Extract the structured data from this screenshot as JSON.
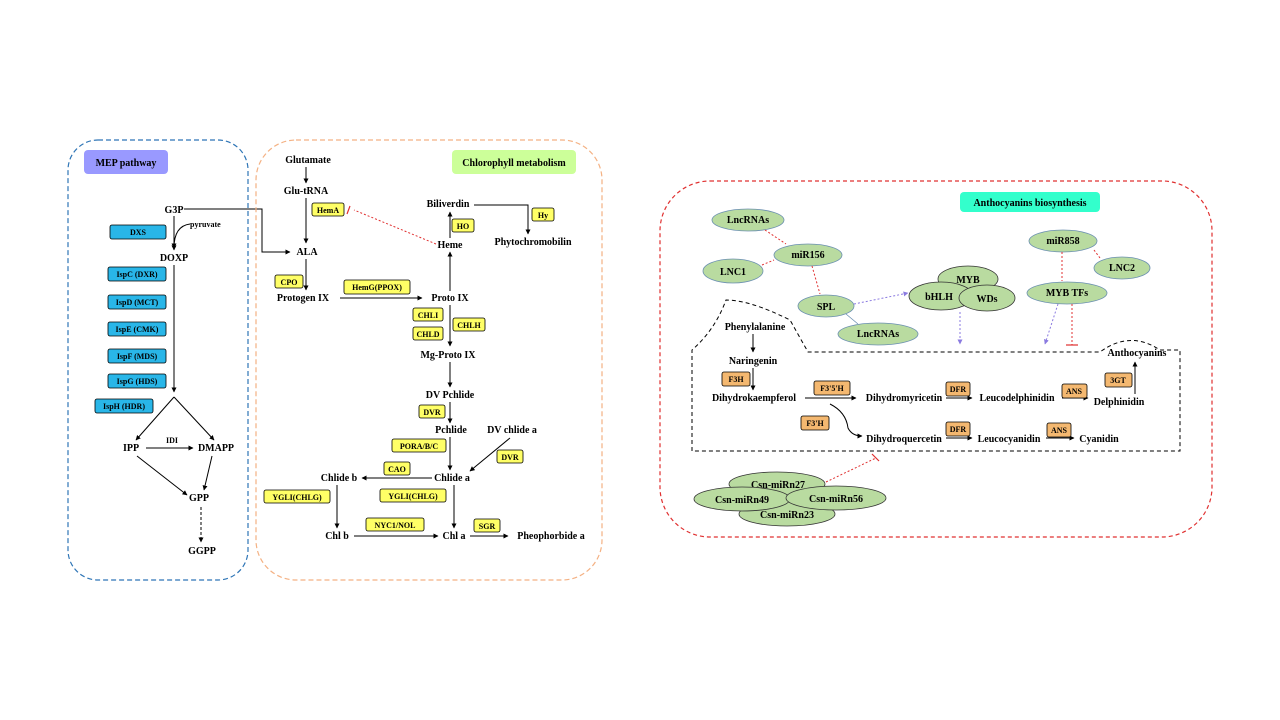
{
  "colors": {
    "mep_border": "#2e75b6",
    "chl_border": "#f4b183",
    "anth_border": "#e03030",
    "mep_enzyme": "#29b6e8",
    "chl_enzyme": "#ffff66",
    "anth_enzyme": "#f4b870",
    "ellipse": "#b9dba0",
    "mep_title_bg": "#9999ff",
    "chl_title_bg": "#ccff99",
    "anth_title_bg": "#33ffcc"
  },
  "mep": {
    "title": "MEP pathway",
    "g3p": "G3P",
    "pyruvate": "pyruvate",
    "doxp": "DOXP",
    "ipp": "IPP",
    "idi": "IDI",
    "dmapp": "DMAPP",
    "gpp": "GPP",
    "ggpp": "GGPP",
    "enzymes": [
      "DXS",
      "IspC (DXR)",
      "IspD (MCT)",
      "IspE (CMK)",
      "IspF (MDS)",
      "IspG (HDS)",
      "IspH (HDR)"
    ]
  },
  "chl": {
    "title": "Chlorophyll metabolism",
    "glutamate": "Glutamate",
    "glu_trna": "Glu-tRNA",
    "ala": "ALA",
    "protogen": "Protogen IX",
    "proto": "Proto IX",
    "mg_proto": "Mg-Proto IX",
    "dv_pchlide": "DV Pchlide",
    "pchlide": "Pchlide",
    "dv_chlide_a": "DV chlide a",
    "chlide_a": "Chlide a",
    "chlide_b": "Chlide b",
    "chl_b": "Chl b",
    "chl_a": "Chl a",
    "pheophorbide": "Pheophorbide a",
    "biliverdin": "Biliverdin",
    "heme": "Heme",
    "phytochromobilin": "Phytochromobilin",
    "enzymes": {
      "hema": "HemA",
      "cpo": "CPO",
      "hemg": "HemG(PPOX)",
      "chli": "CHLI",
      "chld": "CHLD",
      "chlh": "CHLH",
      "dvr1": "DVR",
      "dvr2": "DVR",
      "pora": "PORA/B/C",
      "cao": "CAO",
      "ygli1": "YGLI(CHLG)",
      "ygli2": "YGLI(CHLG)",
      "nyc": "NYC1/NOL",
      "sgr": "SGR",
      "ho": "HO",
      "hy": "Hy"
    }
  },
  "anth": {
    "title": "Anthocyanins biosynthesis",
    "ellipses": {
      "lncrnas_top": "LncRNAs",
      "lnc1": "LNC1",
      "mir156": "miR156",
      "spl": "SPL",
      "lncrnas_bottom": "LncRNAs",
      "myb": "MYB",
      "bhlh": "bHLH",
      "wds": "WDs",
      "mir858": "miR858",
      "lnc2": "LNC2",
      "mybtfs": "MYB TFs",
      "csn27": "Csn-miRn27",
      "csn49": "Csn-miRn49",
      "csn56": "Csn-miRn56",
      "csn23": "Csn-miRn23"
    },
    "phenylalanine": "Phenylalanine",
    "naringenin": "Naringenin",
    "dihydrokaempferol": "Dihydrokaempferol",
    "dihydromyricetin": "Dihydromyricetin",
    "leucodelphinidin": "Leucodelphinidin",
    "delphinidin": "Delphinidin",
    "dihydroquercetin": "Dihydroquercetin",
    "leucocyanidin": "Leucocyanidin",
    "cyanidin": "Cyanidin",
    "anthocyanins": "Anthocyanins",
    "enzymes": {
      "f3h": "F3H",
      "f35h": "F3'5'H",
      "f3ph": "F3'H",
      "dfr1": "DFR",
      "dfr2": "DFR",
      "ans1": "ANS",
      "ans2": "ANS",
      "gt3": "3GT"
    }
  }
}
